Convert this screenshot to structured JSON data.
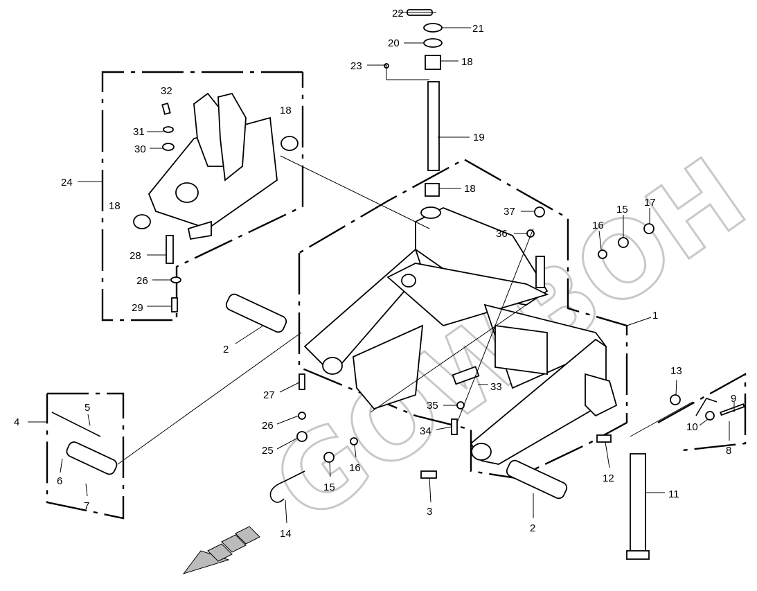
{
  "diagram": {
    "watermark": "GOWBOH",
    "colors": {
      "line": "#000000",
      "watermark": "#c8c8c8",
      "arrow": "#b0b0b0"
    },
    "callouts": [
      "22",
      "21",
      "20",
      "23",
      "18",
      "32",
      "18",
      "31",
      "30",
      "19",
      "24",
      "18",
      "37",
      "15",
      "17",
      "16",
      "36",
      "18",
      "28",
      "26",
      "29",
      "1",
      "2",
      "27",
      "33",
      "13",
      "9",
      "5",
      "4",
      "35",
      "26",
      "34",
      "10",
      "8",
      "25",
      "16",
      "12",
      "15",
      "6",
      "3",
      "11",
      "7",
      "14",
      "2"
    ]
  }
}
